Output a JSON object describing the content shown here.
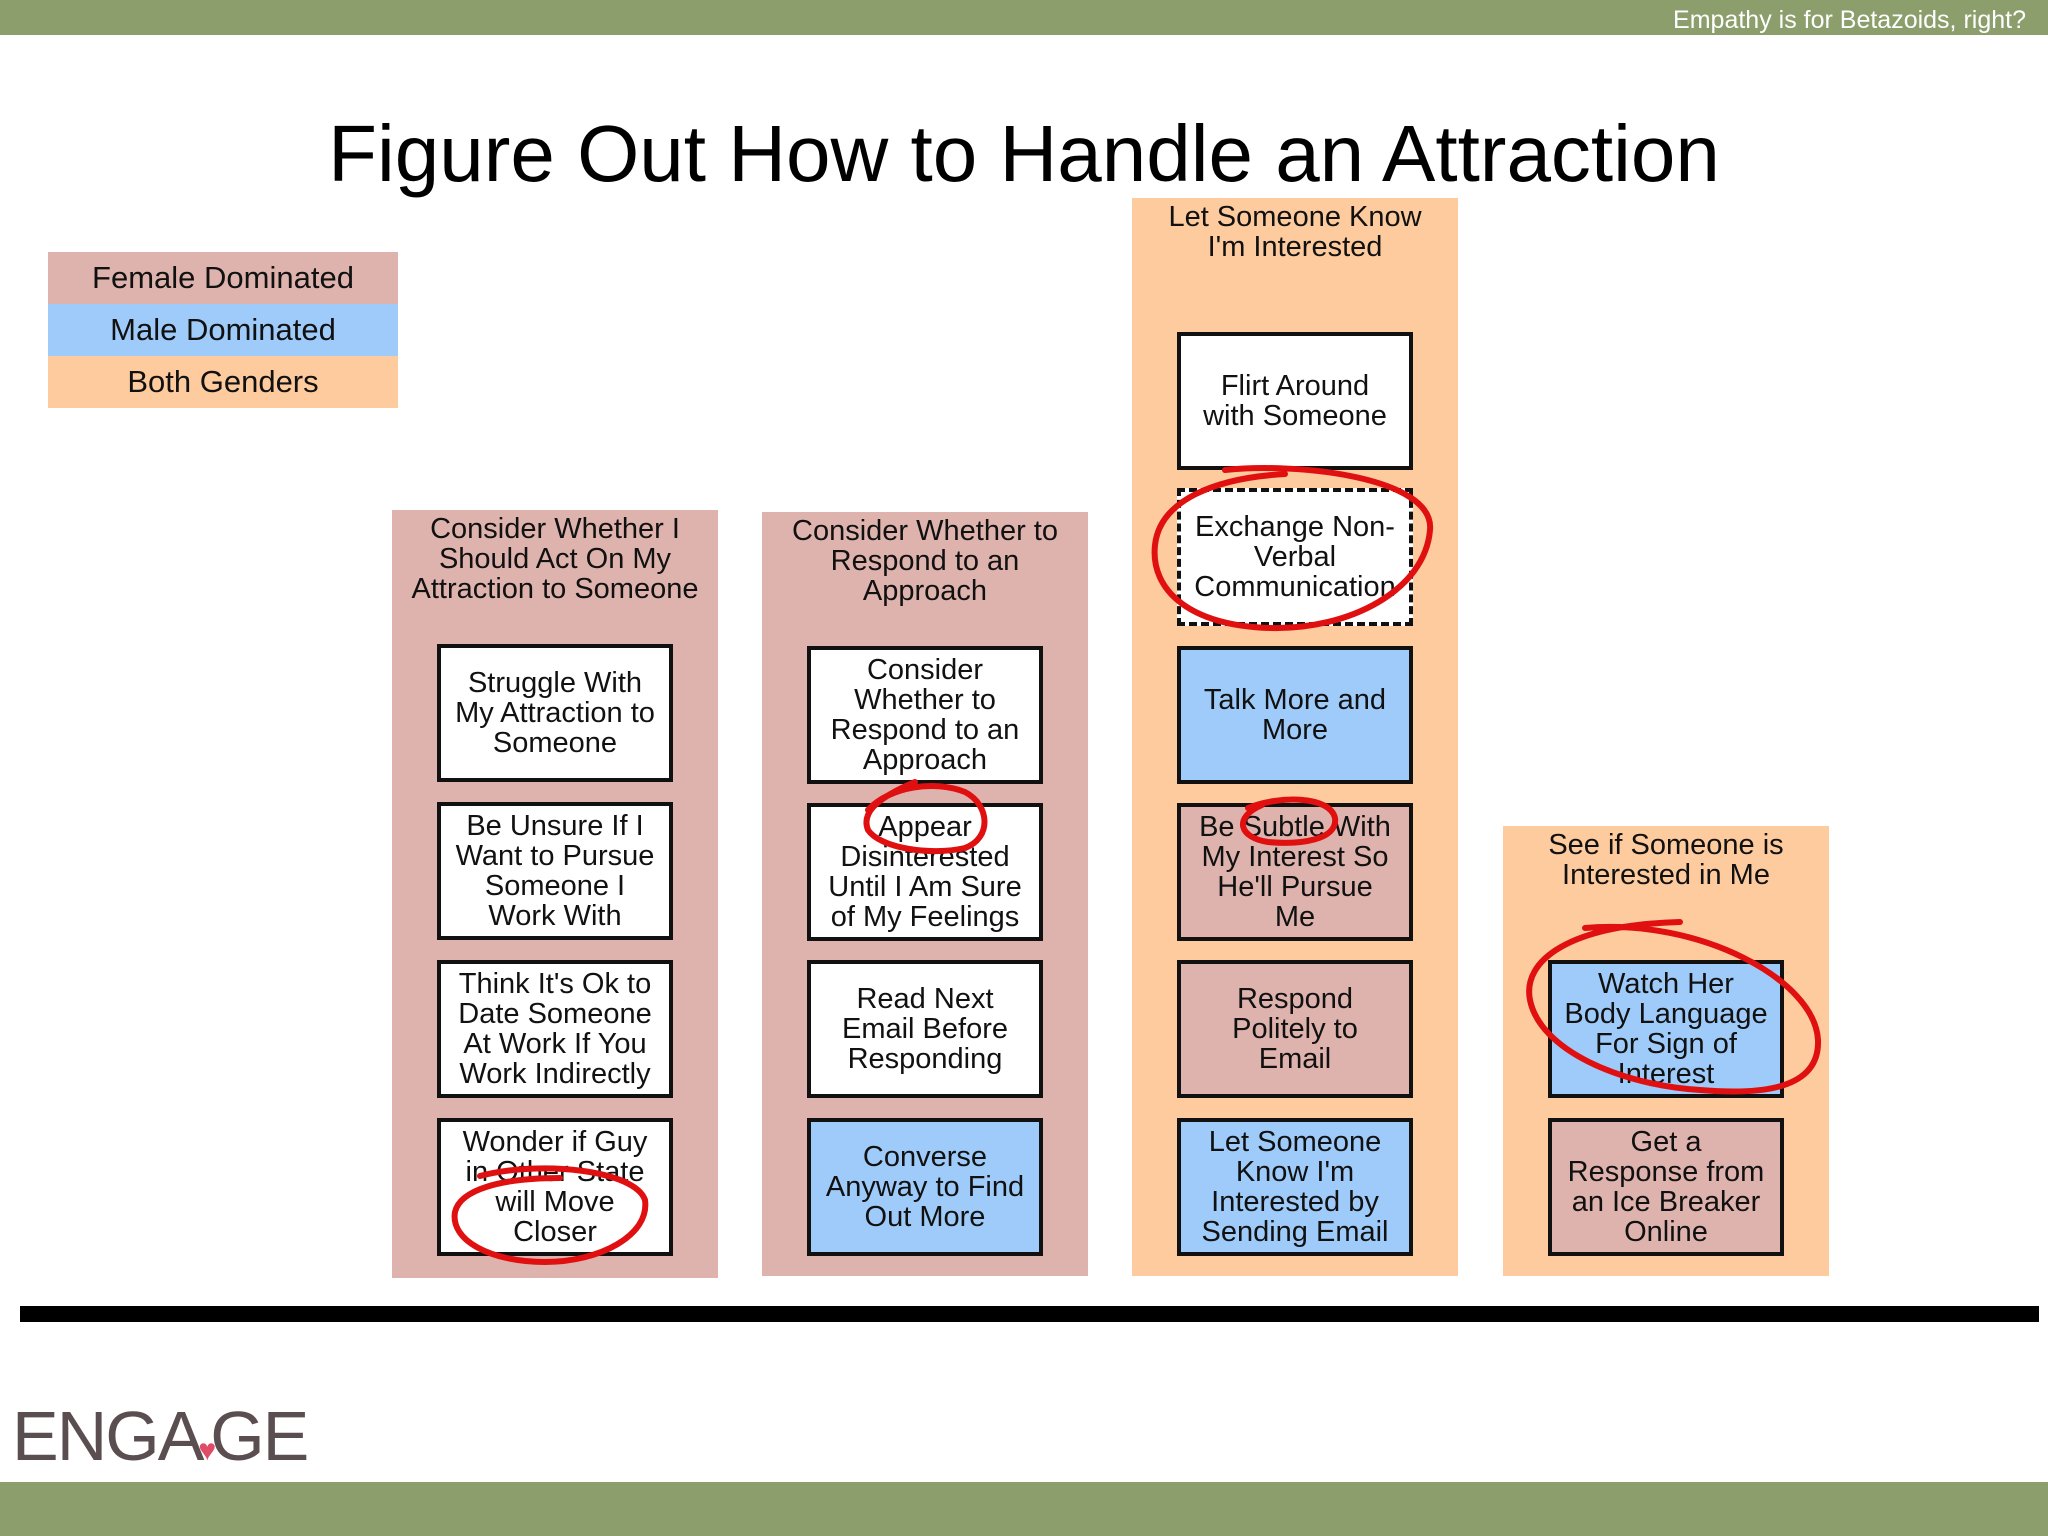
{
  "header": {
    "tagline": "Empathy is for Betazoids, right?"
  },
  "title": "Figure Out How to Handle an Attraction",
  "legend": {
    "female": "Female Dominated",
    "male": "Male Dominated",
    "both": "Both Genders"
  },
  "columns": [
    {
      "title": "Consider Whether I\nShould Act On My\nAttraction to Someone",
      "category": "female",
      "cards": [
        {
          "text": "Struggle With\nMy Attraction to\nSomeone",
          "category": "none"
        },
        {
          "text": "Be Unsure If I\nWant to Pursue\nSomeone I\nWork With",
          "category": "none"
        },
        {
          "text": "Think It's Ok to\nDate Someone\nAt Work If You\nWork Indirectly",
          "category": "none"
        },
        {
          "text": "Wonder if Guy\nin Other State\nwill Move\nCloser",
          "category": "none"
        }
      ]
    },
    {
      "title": "Consider Whether to\nRespond to an\nApproach",
      "category": "female",
      "cards": [
        {
          "text": "Consider\nWhether to\nRespond to an\nApproach",
          "category": "none"
        },
        {
          "text": "Appear\nDisinterested\nUntil I Am Sure\nof My Feelings",
          "category": "none"
        },
        {
          "text": "Read Next\nEmail Before\nResponding",
          "category": "none"
        },
        {
          "text": "Converse\nAnyway to Find\nOut More",
          "category": "male"
        }
      ]
    },
    {
      "title": "Let Someone Know\nI'm Interested",
      "category": "both",
      "cards": [
        {
          "text": "Flirt Around\nwith Someone",
          "category": "none"
        },
        {
          "text": "Exchange Non-\nVerbal\nCommunication",
          "category": "none",
          "dashed": true
        },
        {
          "text": "Talk More and\nMore",
          "category": "male"
        },
        {
          "text": "Be Subtle With\nMy Interest So\nHe'll Pursue\nMe",
          "category": "female"
        },
        {
          "text": "Respond\nPolitely to\nEmail",
          "category": "female"
        },
        {
          "text": "Let Someone\nKnow I'm\nInterested by\nSending Email",
          "category": "male"
        }
      ]
    },
    {
      "title": "See if Someone is\nInterested in Me",
      "category": "both",
      "cards": [
        {
          "text": "Watch Her\nBody Language\nFor Sign of\nInterest",
          "category": "male"
        },
        {
          "text": "Get a\nResponse from\nan Ice Breaker\nOnline",
          "category": "female"
        }
      ]
    }
  ],
  "logo": {
    "text_left": "ENG",
    "text_right": "GE"
  },
  "annotation_color": "#e01010"
}
